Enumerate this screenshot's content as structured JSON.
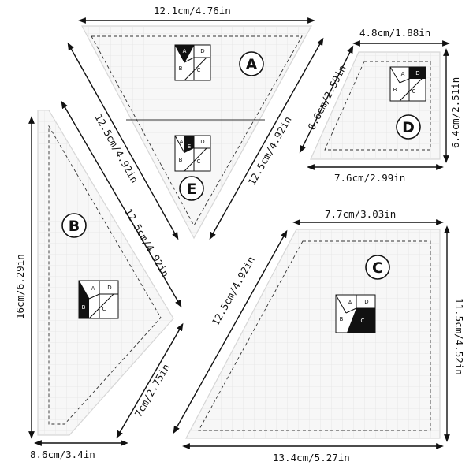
{
  "rulers": {
    "A": {
      "label": "A",
      "dims": {
        "top": "12.1cm/4.76in",
        "left": "12.5cm/4.92in",
        "right": "12.5cm/4.92in"
      },
      "key": {
        "letters": [
          "A",
          "D",
          "B",
          "C"
        ],
        "filled": "A"
      }
    },
    "E": {
      "label": "E",
      "key": {
        "letters": [
          "A",
          "D",
          "E",
          "B",
          "C"
        ],
        "filled": "E"
      }
    },
    "B": {
      "label": "B",
      "dims": {
        "left": "16cm/6.29in",
        "bottom": "8.6cm/3.4in",
        "upper_right": "12.5cm/4.92in",
        "lower_right": "7cm/2.75in"
      },
      "key": {
        "letters": [
          "A",
          "D",
          "B",
          "C"
        ],
        "filled": "B"
      }
    },
    "D": {
      "label": "D",
      "dims": {
        "top": "4.8cm/1.88in",
        "left": "6.6cm/2.59in",
        "right": "6.4cm/2.51in",
        "bottom": "7.6cm/2.99in"
      },
      "key": {
        "letters": [
          "A",
          "D",
          "B",
          "C"
        ],
        "filled": "D"
      }
    },
    "C": {
      "label": "C",
      "dims": {
        "top": "7.7cm/3.03in",
        "left": "12.5cm/4.92in",
        "right": "11.5cm/4.52in",
        "bottom": "13.4cm/5.27in"
      },
      "key": {
        "letters": [
          "A",
          "D",
          "B",
          "C"
        ],
        "filled": "C"
      }
    }
  },
  "colors": {
    "ruler_fill": "#f7f7f7",
    "ink": "#111111",
    "grid": "#e6e6e6"
  }
}
